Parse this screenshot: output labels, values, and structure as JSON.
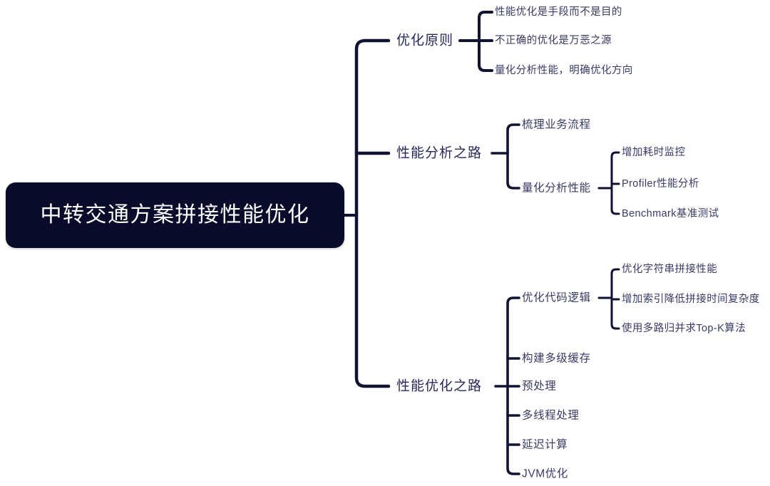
{
  "diagram": {
    "type": "mindmap",
    "title": "中转交通方案拼接性能优化",
    "background_color": "#ffffff",
    "root_fill": "#0a0a2a",
    "root_text_color": "#ffffff",
    "link_color": "#121233",
    "label_color": "#3a3a66"
  },
  "root": {
    "label": "中转交通方案拼接性能优化"
  },
  "branches": [
    {
      "label": "优化原则",
      "children": [
        {
          "label": "性能优化是手段而不是目的"
        },
        {
          "label": "不正确的优化是万恶之源"
        },
        {
          "label": "量化分析性能，明确优化方向"
        }
      ]
    },
    {
      "label": "性能分析之路",
      "children": [
        {
          "label": "梳理业务流程"
        },
        {
          "label": "量化分析性能",
          "children": [
            {
              "label": "增加耗时监控"
            },
            {
              "label": "Profiler性能分析"
            },
            {
              "label": "Benchmark基准测试"
            }
          ]
        }
      ]
    },
    {
      "label": "性能优化之路",
      "children": [
        {
          "label": "优化代码逻辑",
          "children": [
            {
              "label": "优化字符串拼接性能"
            },
            {
              "label": "增加索引降低拼接时间复杂度"
            },
            {
              "label": "使用多路归并求Top-K算法"
            }
          ]
        },
        {
          "label": "构建多级缓存"
        },
        {
          "label": "预处理"
        },
        {
          "label": "多线程处理"
        },
        {
          "label": "延迟计算"
        },
        {
          "label": "JVM优化"
        }
      ]
    }
  ]
}
